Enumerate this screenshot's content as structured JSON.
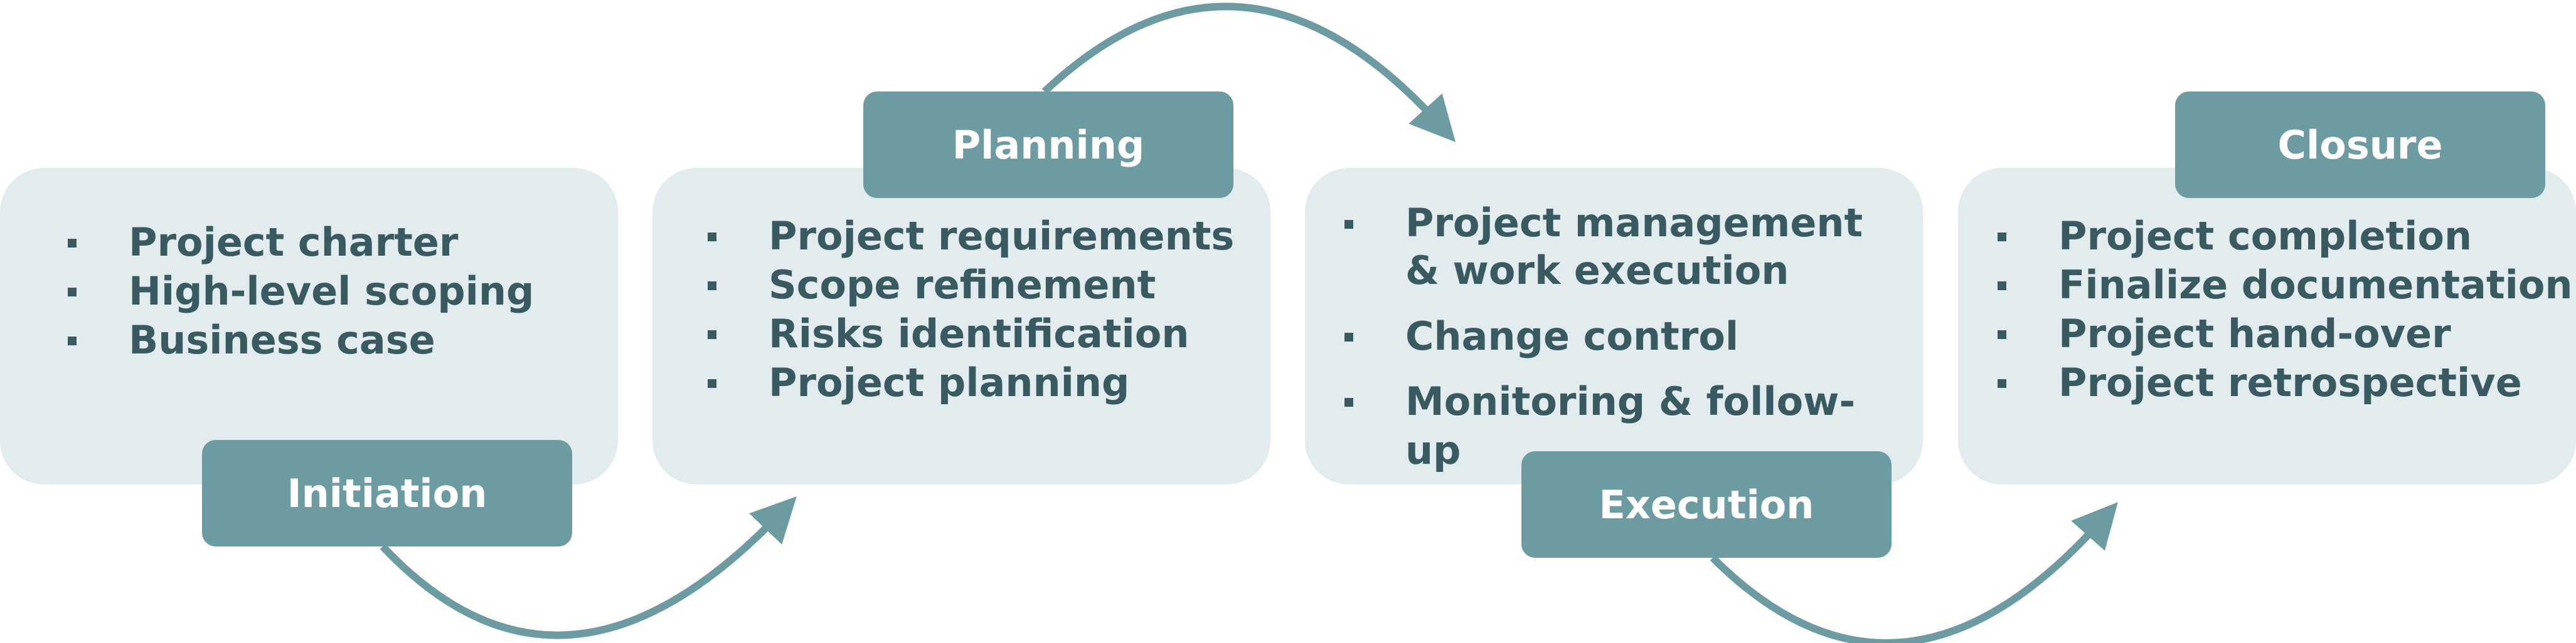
{
  "phases": [
    {
      "name": "Initiation",
      "items": [
        "Project charter",
        "High-level scoping",
        "Business case"
      ]
    },
    {
      "name": "Planning",
      "items": [
        "Project requirements",
        "Scope refinement",
        "Risks identification",
        "Project planning"
      ]
    },
    {
      "name": "Execution",
      "items": [
        "Project management & work execution",
        "Change control",
        "Monitoring & follow-up"
      ]
    },
    {
      "name": "Closure",
      "items": [
        "Project completion",
        "Finalize documentation",
        "Project hand-over",
        "Project retrospective"
      ]
    }
  ],
  "colors": {
    "panel": "#e2ebee",
    "tag": "#6c9ca2",
    "text": "#385a60",
    "arrow": "#6c9ca2"
  }
}
